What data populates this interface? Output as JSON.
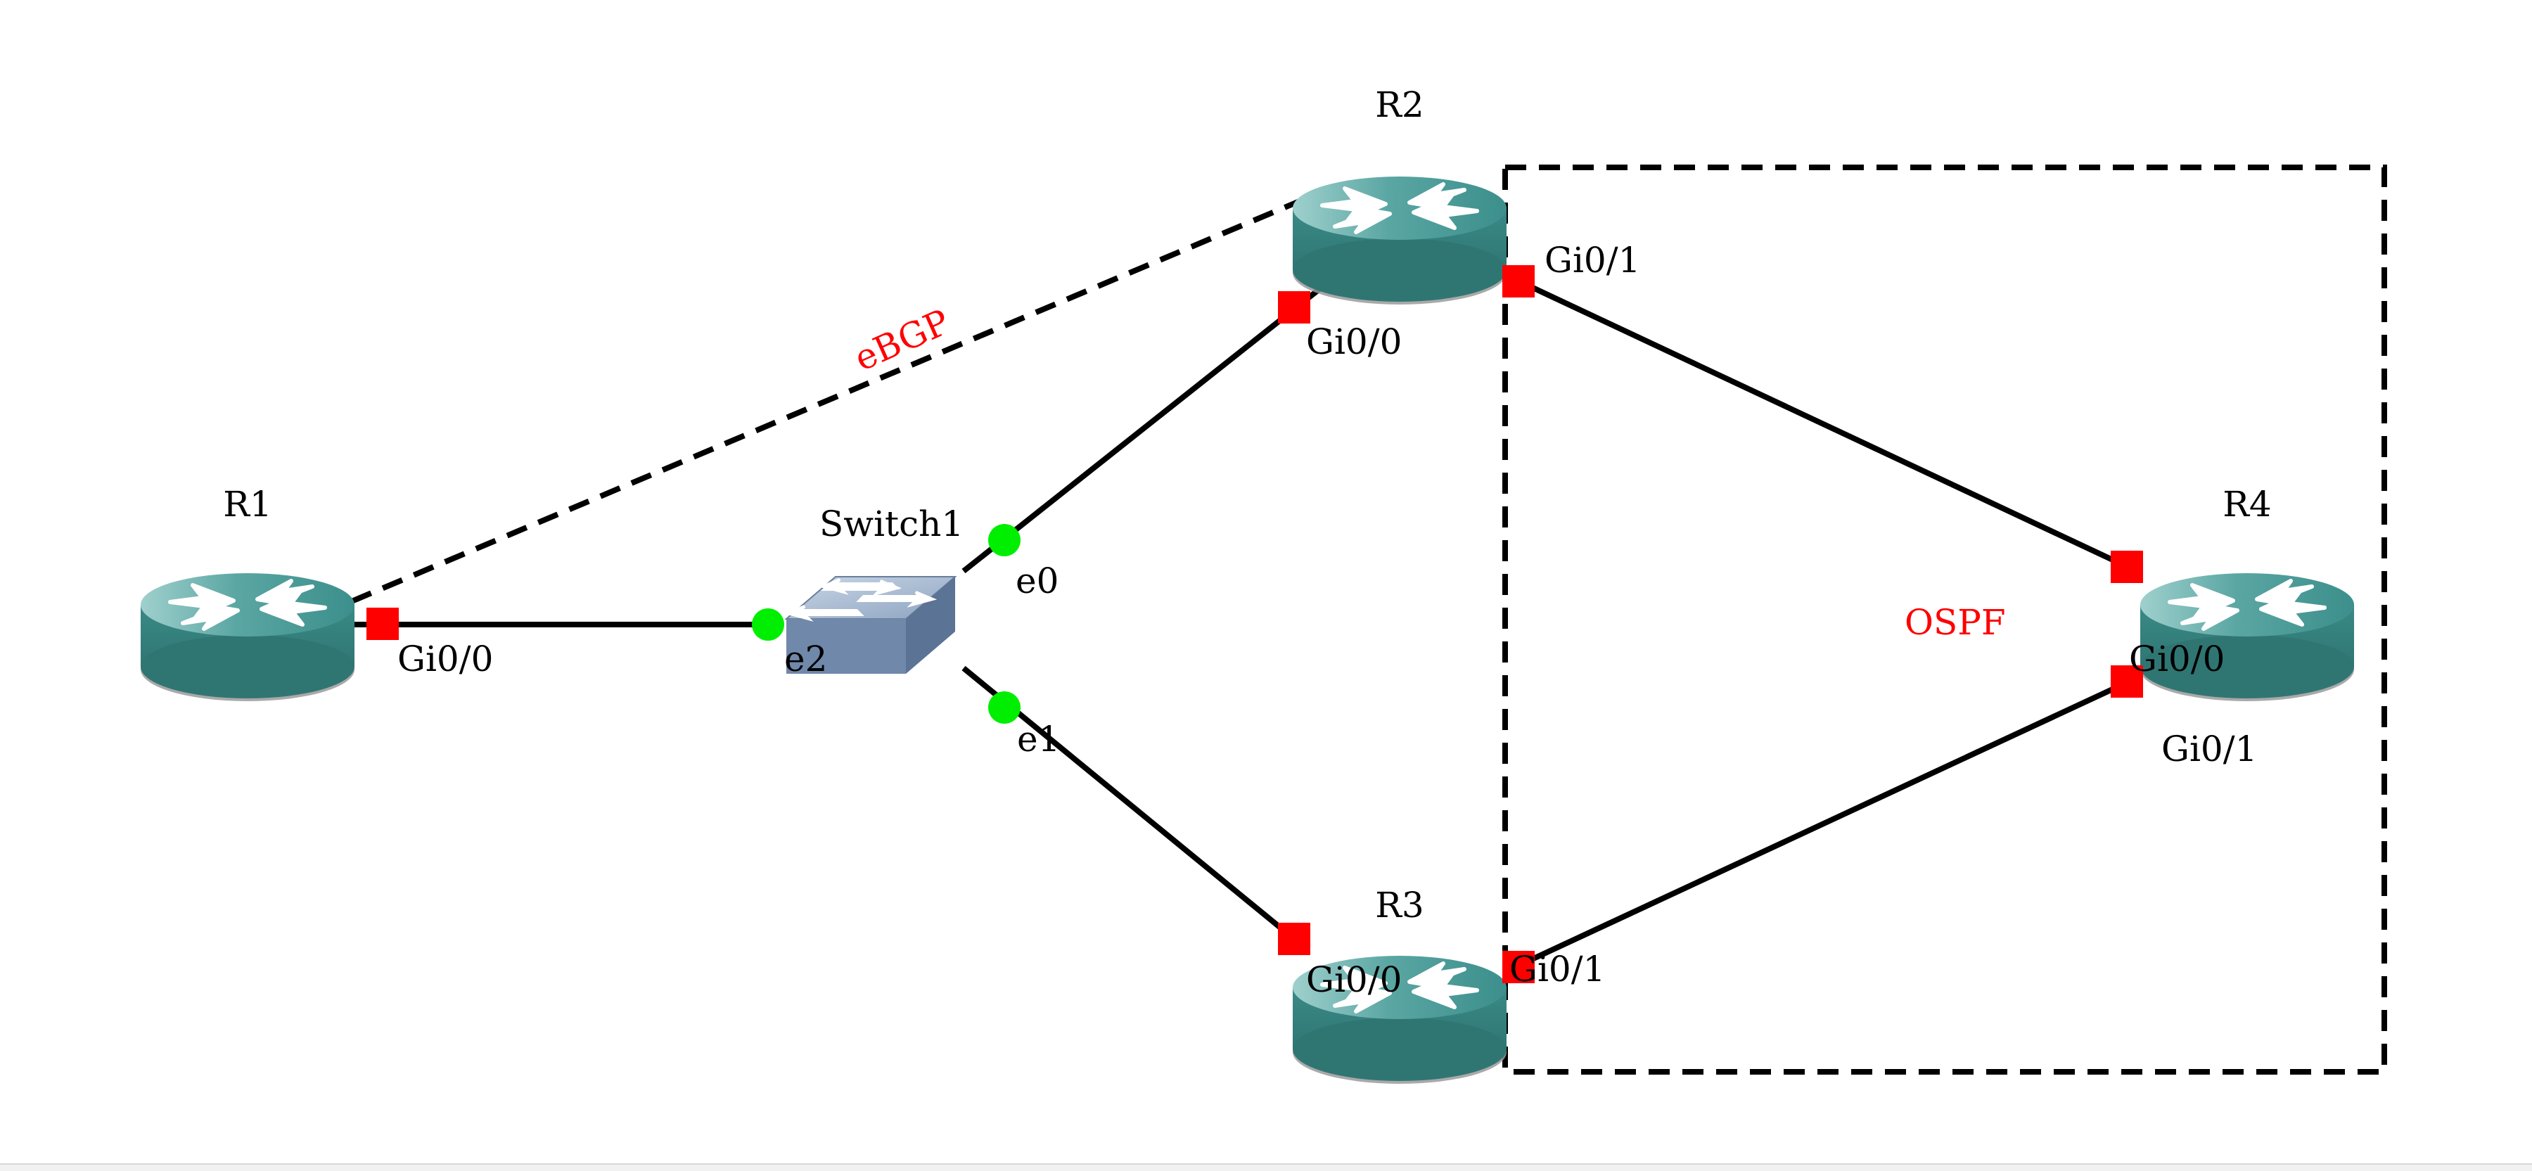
{
  "diagram": {
    "devices": {
      "r1": {
        "name": "R1",
        "type": "router"
      },
      "r2": {
        "name": "R2",
        "type": "router"
      },
      "r3": {
        "name": "R3",
        "type": "router"
      },
      "r4": {
        "name": "R4",
        "type": "router"
      },
      "switch1": {
        "name": "Switch1",
        "type": "switch"
      }
    },
    "interfaces": {
      "r1_gi00": "Gi0/0",
      "r2_gi00": "Gi0/0",
      "r2_gi01": "Gi0/1",
      "r3_gi00": "Gi0/0",
      "r3_gi01": "Gi0/1",
      "r4_gi00": "Gi0/0",
      "r4_gi01": "Gi0/1",
      "sw_e0": "e0",
      "sw_e1": "e1",
      "sw_e2": "e2"
    },
    "annotations": {
      "ebgp": "eBGP",
      "ospf": "OSPF"
    },
    "links": [
      {
        "from": "R1 Gi0/0",
        "to": "Switch1 e2",
        "style": "solid"
      },
      {
        "from": "Switch1 e0",
        "to": "R2 Gi0/0",
        "style": "solid"
      },
      {
        "from": "Switch1 e1",
        "to": "R3 Gi0/0",
        "style": "solid"
      },
      {
        "from": "R2 Gi0/1",
        "to": "R4 Gi0/0",
        "style": "solid"
      },
      {
        "from": "R3 Gi0/1",
        "to": "R4 Gi0/1",
        "style": "solid"
      },
      {
        "from": "R1",
        "to": "R2",
        "style": "dashed",
        "label": "eBGP"
      }
    ],
    "colors": {
      "router_body": "#3f8f8c",
      "router_top": "#6fb3b0",
      "switch_body": "#7d95b3",
      "port_router": "#ff0000",
      "port_switch": "#00ee00",
      "annotation": "#ff0000",
      "link": "#000000"
    },
    "icons": {
      "router": "router-icon",
      "switch": "switch-icon"
    }
  }
}
